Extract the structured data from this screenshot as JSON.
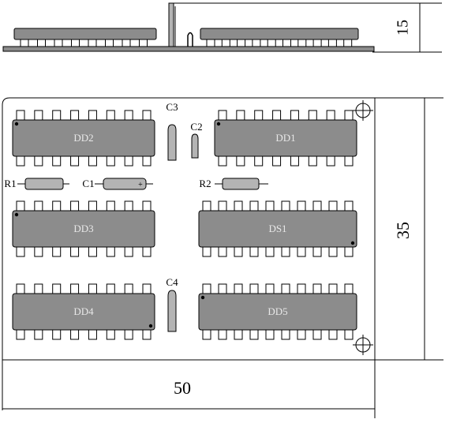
{
  "dimensions": {
    "height": "15",
    "depth": "35",
    "width": "50"
  },
  "chips": [
    {
      "id": "dd2",
      "label": "DD2"
    },
    {
      "id": "dd1",
      "label": "DD1"
    },
    {
      "id": "dd3",
      "label": "DD3"
    },
    {
      "id": "ds1",
      "label": "DS1"
    },
    {
      "id": "dd4",
      "label": "DD4"
    },
    {
      "id": "dd5",
      "label": "DD5"
    }
  ],
  "capacitors": {
    "c1": "C1",
    "c2": "C2",
    "c3": "C3",
    "c4": "C4"
  },
  "resistors": {
    "r1": "R1",
    "r2": "R2"
  },
  "markers": {
    "c1_polarity": "+"
  },
  "colors": {
    "chip_fill": "#8c8c8c",
    "chip_label": "#e8e8e8",
    "line": "#000000",
    "component_fill": "#b4b4b4"
  }
}
